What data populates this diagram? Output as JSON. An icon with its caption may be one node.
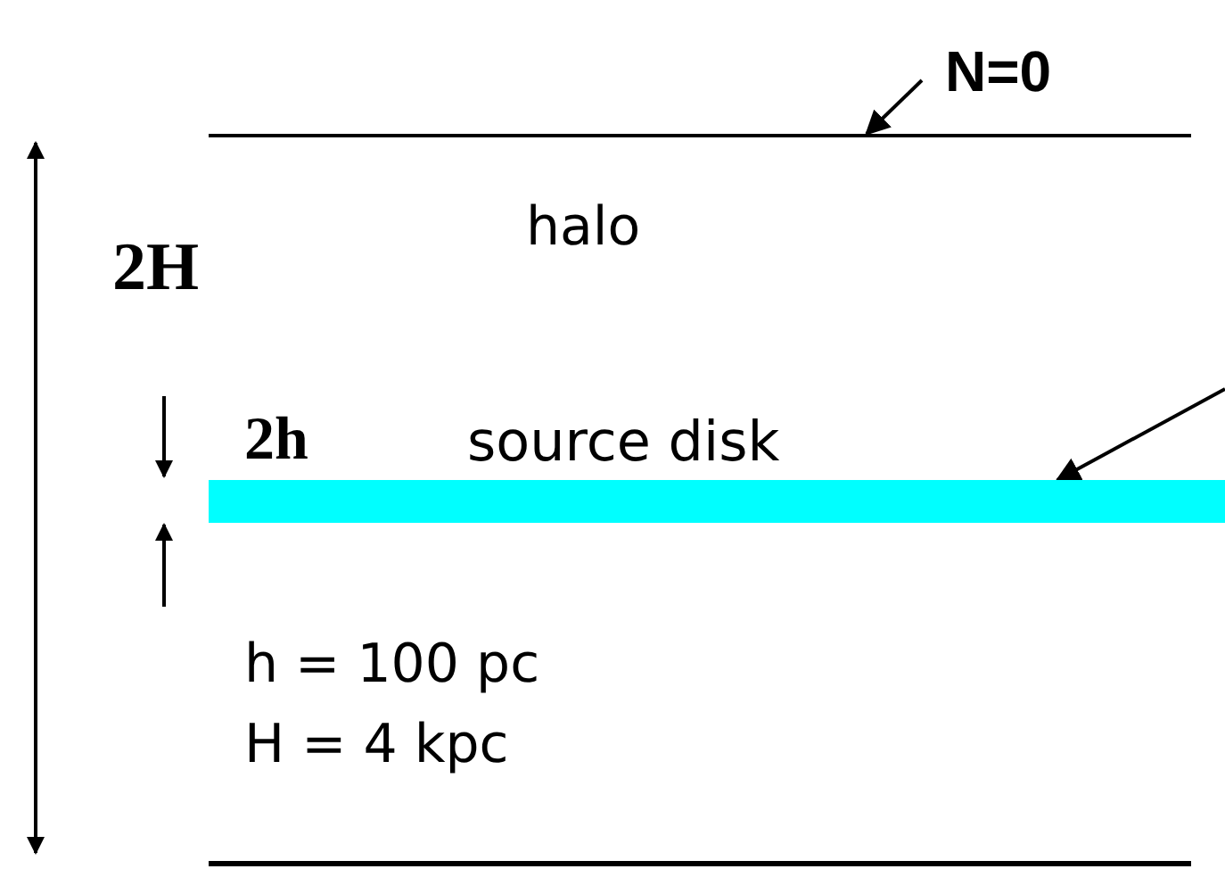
{
  "diagram": {
    "nodes": [
      {
        "text": [
          "N=0"
        ]
      },
      {
        "text": [],
        "shape": "line"
      },
      {
        "text": [],
        "shape": "bar",
        "beside": [
          "source disk"
        ]
      }
    ],
    "edges": [
      {
        "from": 0,
        "to": 1,
        "arrow": "to"
      },
      {
        "from": null,
        "to": 2,
        "arrow": "to"
      }
    ],
    "labels": [
      "halo",
      "2H",
      "2h",
      "h = 100 pc",
      "H = 4 kpc"
    ]
  }
}
